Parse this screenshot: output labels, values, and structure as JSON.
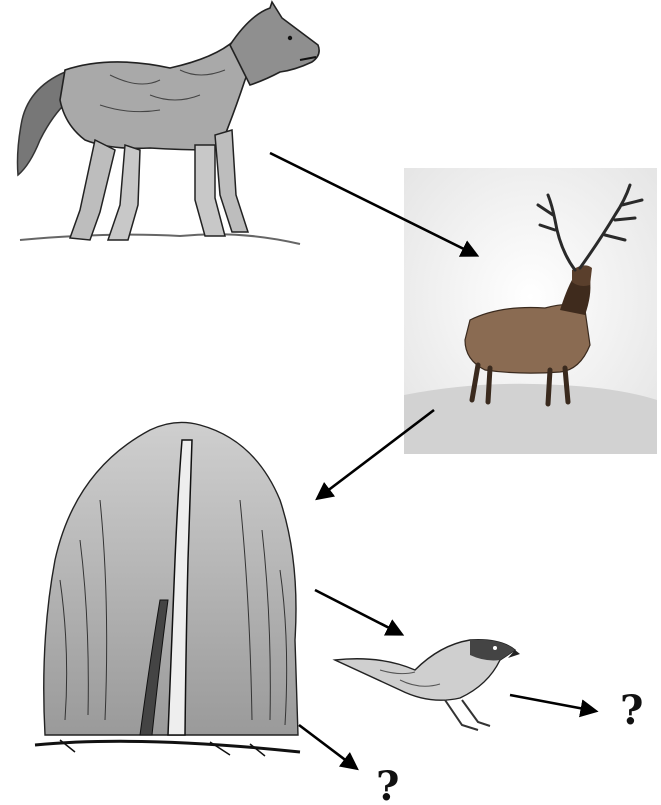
{
  "diagram": {
    "nodes": [
      {
        "id": "wolf",
        "icon": "wolf-sketch"
      },
      {
        "id": "elk",
        "icon": "elk-painting"
      },
      {
        "id": "tree",
        "icon": "willow-tree-sketch"
      },
      {
        "id": "bird",
        "icon": "sparrow-sketch"
      },
      {
        "id": "unknown_1",
        "label": "?"
      },
      {
        "id": "unknown_2",
        "label": "?"
      }
    ],
    "edges": [
      {
        "from": "wolf",
        "to": "elk"
      },
      {
        "from": "elk",
        "to": "tree"
      },
      {
        "from": "tree",
        "to": "bird"
      },
      {
        "from": "bird",
        "to": "unknown_1"
      },
      {
        "from": "tree",
        "to": "unknown_2"
      }
    ]
  },
  "colors": {
    "ink": "#111111",
    "paper": "#ffffff",
    "elk_bg": "#efefef"
  }
}
